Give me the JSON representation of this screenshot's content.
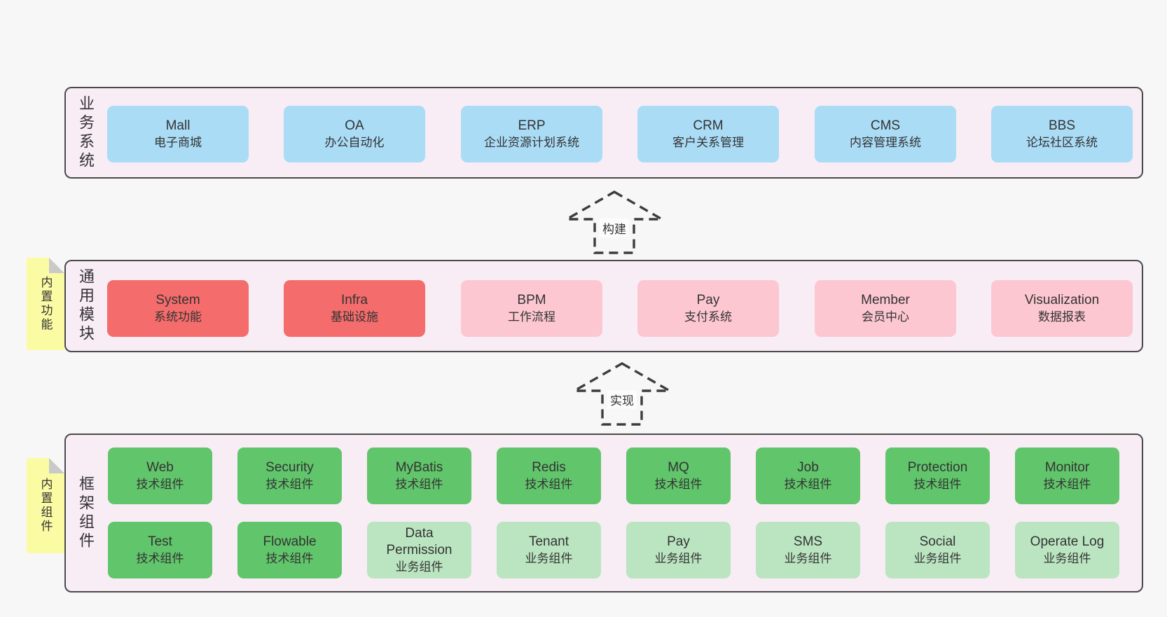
{
  "palette": {
    "business-system": "#aadcf6",
    "core-module": "#f56c6c",
    "extension-module": "#fdc7d1",
    "technical-component": "#61c56b",
    "business-component": "#bbe5c1",
    "note_bg": "#fbfba3",
    "note_fold": "#c9c9c9",
    "frame_bg": "#f8ecf5",
    "frame_border": "#4a4a4a",
    "page_bg": "#f7f7f7",
    "text": "#333333",
    "arrow": "#3d3d3d"
  },
  "sections": [
    {
      "label": "业务系统",
      "note": null,
      "rows": [
        [
          {
            "name": "Mall",
            "desc": "电子商城",
            "variant": "business-system"
          },
          {
            "name": "OA",
            "desc": "办公自动化",
            "variant": "business-system"
          },
          {
            "name": "ERP",
            "desc": "企业资源计划系统",
            "variant": "business-system"
          },
          {
            "name": "CRM",
            "desc": "客户关系管理",
            "variant": "business-system"
          },
          {
            "name": "CMS",
            "desc": "内容管理系统",
            "variant": "business-system"
          },
          {
            "name": "BBS",
            "desc": "论坛社区系统",
            "variant": "business-system"
          }
        ]
      ]
    },
    {
      "label": "通用模块",
      "note": "内置功能",
      "rows": [
        [
          {
            "name": "System",
            "desc": "系统功能",
            "variant": "core-module"
          },
          {
            "name": "Infra",
            "desc": "基础设施",
            "variant": "core-module"
          },
          {
            "name": "BPM",
            "desc": "工作流程",
            "variant": "extension-module"
          },
          {
            "name": "Pay",
            "desc": "支付系统",
            "variant": "extension-module"
          },
          {
            "name": "Member",
            "desc": "会员中心",
            "variant": "extension-module"
          },
          {
            "name": "Visualization",
            "desc": "数据报表",
            "variant": "extension-module"
          }
        ]
      ]
    },
    {
      "label": "框架组件",
      "note": "内置组件",
      "rows": [
        [
          {
            "name": "Web",
            "desc": "技术组件",
            "variant": "technical-component"
          },
          {
            "name": "Security",
            "desc": "技术组件",
            "variant": "technical-component"
          },
          {
            "name": "MyBatis",
            "desc": "技术组件",
            "variant": "technical-component"
          },
          {
            "name": "Redis",
            "desc": "技术组件",
            "variant": "technical-component"
          },
          {
            "name": "MQ",
            "desc": "技术组件",
            "variant": "technical-component"
          },
          {
            "name": "Job",
            "desc": "技术组件",
            "variant": "technical-component"
          },
          {
            "name": "Protection",
            "desc": "技术组件",
            "variant": "technical-component"
          },
          {
            "name": "Monitor",
            "desc": "技术组件",
            "variant": "technical-component"
          }
        ],
        [
          {
            "name": "Test",
            "desc": "技术组件",
            "variant": "technical-component"
          },
          {
            "name": "Flowable",
            "desc": "技术组件",
            "variant": "technical-component"
          },
          {
            "name": "Data Permission",
            "desc": "业务组件",
            "variant": "business-component"
          },
          {
            "name": "Tenant",
            "desc": "业务组件",
            "variant": "business-component"
          },
          {
            "name": "Pay",
            "desc": "业务组件",
            "variant": "business-component"
          },
          {
            "name": "SMS",
            "desc": "业务组件",
            "variant": "business-component"
          },
          {
            "name": "Social",
            "desc": "业务组件",
            "variant": "business-component"
          },
          {
            "name": "Operate Log",
            "desc": "业务组件",
            "variant": "business-component"
          }
        ]
      ]
    }
  ],
  "arrows": [
    {
      "label": "构建"
    },
    {
      "label": "实现"
    }
  ]
}
